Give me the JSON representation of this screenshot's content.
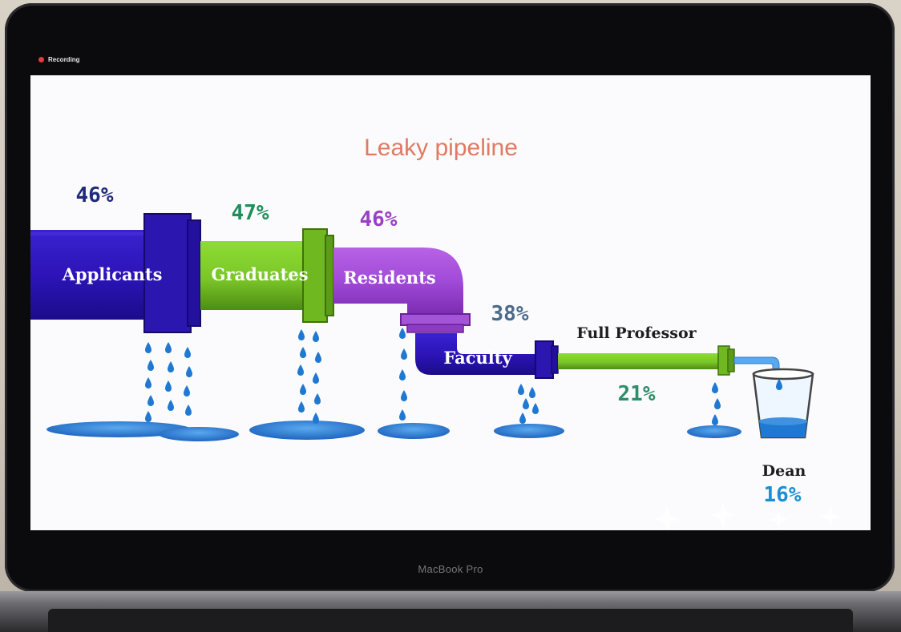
{
  "window": {
    "recording_label": "Recording"
  },
  "device": {
    "brand": "MacBook Pro"
  },
  "slide": {
    "title": "Leaky pipeline",
    "stages": [
      {
        "label": "Applicants",
        "percent": "46%",
        "value": 46,
        "color": "#1e2a7a"
      },
      {
        "label": "Graduates",
        "percent": "47%",
        "value": 47,
        "color": "#1f8f5a"
      },
      {
        "label": "Residents",
        "percent": "46%",
        "value": 46,
        "color": "#9a40c6"
      },
      {
        "label": "Faculty",
        "percent": "38%",
        "value": 38,
        "color": "#4a6a8a"
      },
      {
        "label": "Full Professor",
        "percent": "21%",
        "value": 21,
        "color": "#2f8e6a"
      },
      {
        "label": "Dean",
        "percent": "16%",
        "value": 16,
        "color": "#1b8fd4"
      }
    ]
  },
  "colors": {
    "blue_pipe": "#2c14b8",
    "blue_pipe_dark": "#1b0c8a",
    "green_pipe": "#7ac629",
    "green_pipe_dark": "#4f8c13",
    "purple_pipe": "#a04ad8",
    "purple_pipe_dark": "#7a2ab0",
    "water": "#1f78d1",
    "water_light": "#5aa9ef"
  }
}
